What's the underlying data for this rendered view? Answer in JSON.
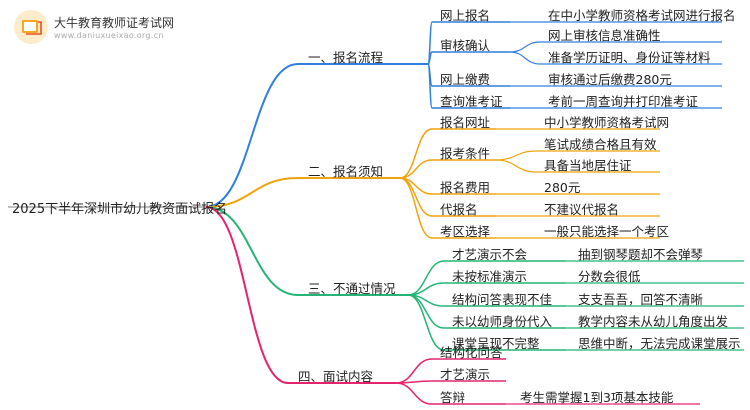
{
  "brand": {
    "name": "大牛教育教师证考试网",
    "url": "www.daniuxueixao.org.cn"
  },
  "root": "2025下半年深圳市幼儿教资面试报名",
  "branches": [
    {
      "label": "一、报名流程",
      "color": "#2f7fe0",
      "children": [
        {
          "label": "网上报名",
          "detail": [
            "在中小学教师资格考试网进行报名"
          ]
        },
        {
          "label": "审核确认",
          "detail": [
            "网上审核信息准确性",
            "准备学历证明、身份证等材料"
          ]
        },
        {
          "label": "网上缴费",
          "detail": [
            "审核通过后缴费280元"
          ]
        },
        {
          "label": "查询准考证",
          "detail": [
            "考前一周查询并打印准考证"
          ]
        }
      ]
    },
    {
      "label": "二、报名须知",
      "color": "#f0a30a",
      "children": [
        {
          "label": "报名网址",
          "detail": [
            "中小学教师资格考试网"
          ]
        },
        {
          "label": "报考条件",
          "detail": [
            "笔试成绩合格且有效",
            "具备当地居住证"
          ]
        },
        {
          "label": "报名费用",
          "detail": [
            "280元"
          ]
        },
        {
          "label": "代报名",
          "detail": [
            "不建议代报名"
          ]
        },
        {
          "label": "考区选择",
          "detail": [
            "一般只能选择一个考区"
          ]
        }
      ]
    },
    {
      "label": "三、不通过情况",
      "color": "#22b573",
      "children": [
        {
          "label": "才艺演示不会",
          "detail": [
            "抽到钢琴题却不会弹琴"
          ]
        },
        {
          "label": "未按标准演示",
          "detail": [
            "分数会很低"
          ]
        },
        {
          "label": "结构问答表现不佳",
          "detail": [
            "支支吾吾，回答不清晰"
          ]
        },
        {
          "label": "未以幼师身份代入",
          "detail": [
            "教学内容未从幼儿角度出发"
          ]
        },
        {
          "label": "课堂呈现不完整",
          "detail": [
            "思维中断，无法完成课堂展示"
          ]
        }
      ]
    },
    {
      "label": "四、面试内容",
      "color": "#e6246e",
      "children": [
        {
          "label": "结构化问答",
          "detail": []
        },
        {
          "label": "才艺演示",
          "detail": []
        },
        {
          "label": "答辩",
          "detail": [
            "考生需掌握1到3项基本技能"
          ]
        }
      ]
    }
  ]
}
